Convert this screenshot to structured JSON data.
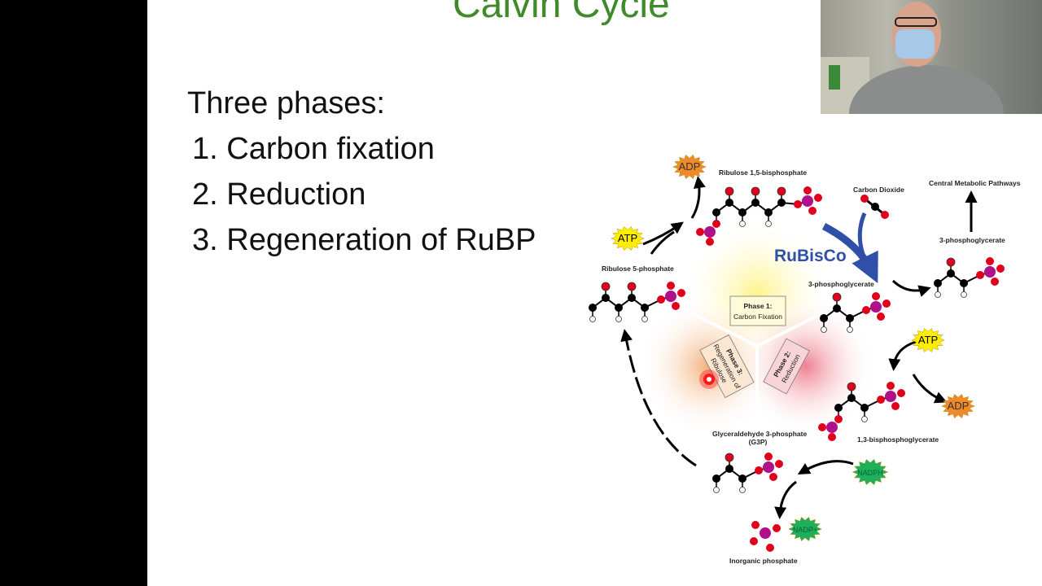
{
  "slide": {
    "title": "Calvin Cycle",
    "heading": "Three phases:",
    "phases": [
      "1. Carbon fixation",
      "2. Reduction",
      "3. Regeneration of RuBP"
    ]
  },
  "diagram": {
    "labels": {
      "rubp": "Ribulose 1,5-bisphosphate",
      "co2": "Carbon Dioxide",
      "central": "Central Metabolic Pathways",
      "pga_out": "3-phosphoglycerate",
      "pga": "3-phosphoglycerate",
      "ru5p": "Ribulose 5-phosphate",
      "bpg": "1,3-bisphosphoglycerate",
      "g3p": "Glyceraldehyde 3-phosphate",
      "g3p_abbr": "(G3P)",
      "pi": "Inorganic phosphate",
      "enzyme": "RuBisCo"
    },
    "phase_boxes": {
      "p1_title": "Phase 1:",
      "p1_name": "Carbon Fixation",
      "p2_title": "Phase 2:",
      "p2_name": "Reduction",
      "p3_title": "Phase 3:",
      "p3_name1": "Regeneration of",
      "p3_name2": "Ribulose"
    },
    "bursts": {
      "atp_top": "ATP",
      "adp_top": "ADP",
      "atp_right": "ATP",
      "adp_right": "ADP",
      "nadph": "NADPH",
      "nadp": "NADP+"
    },
    "colors": {
      "title": "#3f8a2a",
      "enzyme": "#2f4fa8",
      "oxygen": "#e0001b",
      "phosphorus": "#b0108a",
      "carbon": "#000000",
      "atp": "#ffee00",
      "adp": "#f08a2a",
      "nadph": "#1fae5a",
      "phase1": "#fff3a0",
      "phase2": "#f3a3ad",
      "phase3": "#f6c49a",
      "pointer": "#ff0000"
    }
  }
}
